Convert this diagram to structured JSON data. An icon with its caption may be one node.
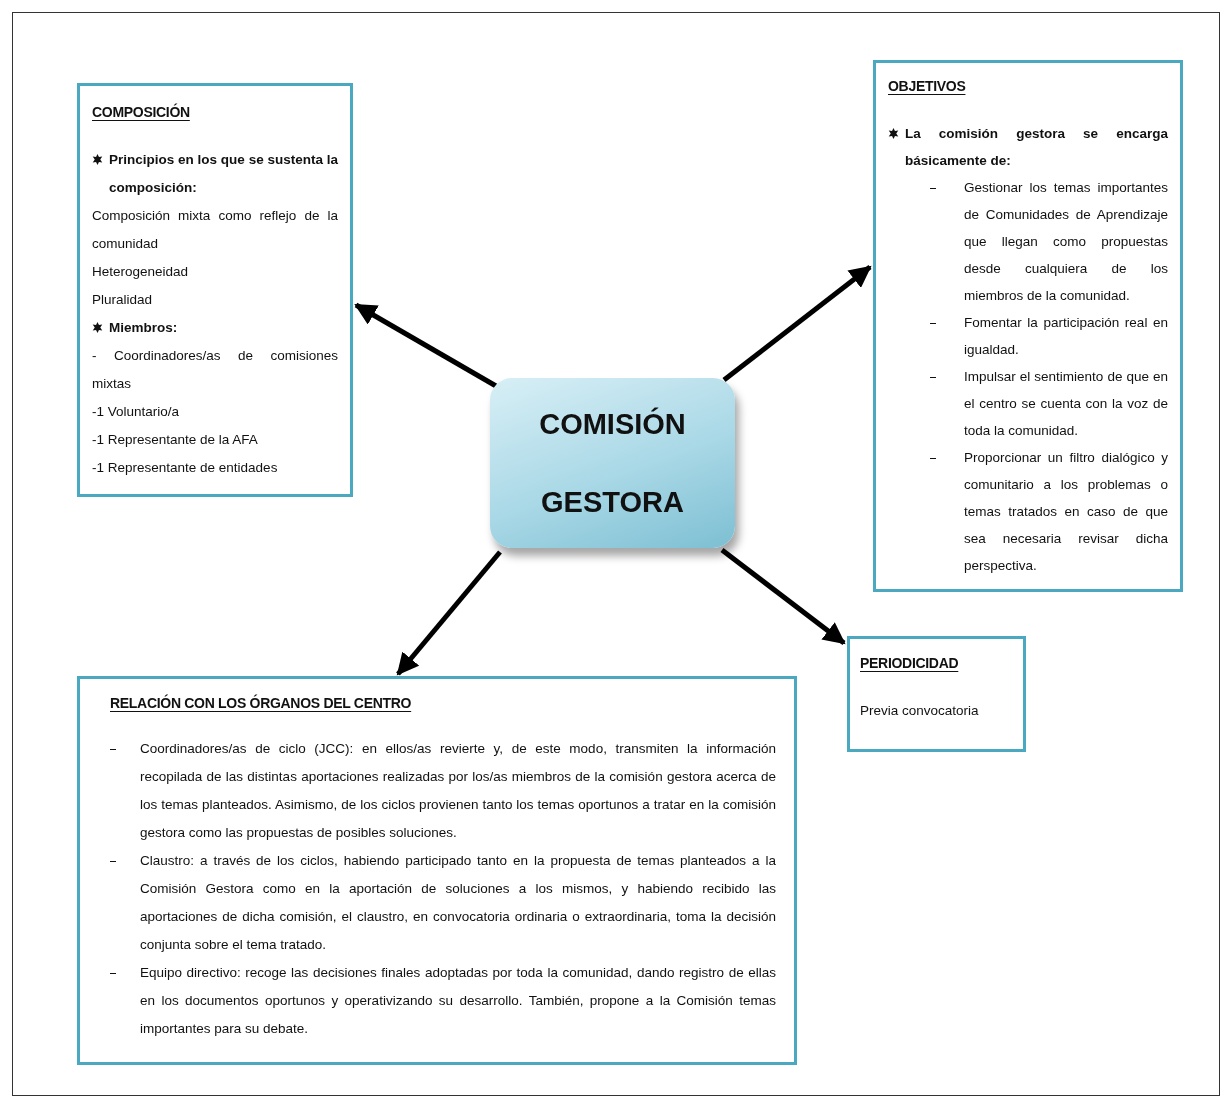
{
  "diagram": {
    "nodes": [
      {
        "text": [
          "COMISIÓN GESTORA"
        ]
      },
      {
        "text": [
          "COMPOSICIÓN",
          "Principios en los que se sustenta la composición:",
          "Composición mixta como reflejo de la comunidad",
          "Heterogeneidad",
          "Pluralidad",
          "Miembros:",
          "- Coordinadores/as de comisiones mixtas",
          "-1 Voluntario/a",
          "-1 Representante de la AFA",
          "-1 Representante de entidades"
        ]
      },
      {
        "text": [
          "OBJETIVOS",
          "La comisión gestora se encarga básicamente de:",
          "Gestionar los temas importantes de Comunidades de Aprendizaje que llegan como propuestas desde cualquiera de los miembros de la comunidad.",
          "Fomentar la participación real en igualdad.",
          "Impulsar el sentimiento de que en el centro se cuenta con la voz de toda la comunidad.",
          "Proporcionar un filtro dialógico y comunitario a los problemas o temas tratados en caso de que sea necesaria revisar dicha perspectiva."
        ]
      },
      {
        "text": [
          "RELACIÓN CON LOS ÓRGANOS DEL CENTRO",
          "Coordinadores/as de ciclo (JCC): en ellos/as revierte y, de este modo, transmiten la información recopilada de las distintas aportaciones realizadas por los/as miembros de la comisión gestora acerca de los temas planteados. Asimismo, de los ciclos provienen tanto los temas oportunos a tratar en la comisión gestora como las propuestas de posibles soluciones.",
          "Claustro: a través de los ciclos, habiendo participado tanto en la propuesta de temas planteados a la Comisión Gestora como en la aportación de soluciones a los mismos, y habiendo recibido las aportaciones de dicha comisión, el claustro, en convocatoria ordinaria o extraordinaria, toma la decisión conjunta sobre el tema tratado.",
          "Equipo directivo: recoge las decisiones finales adoptadas por toda la comunidad, dando registro de ellas en los documentos oportunos y operativizando su desarrollo. También, propone a la Comisión temas importantes para su debate."
        ]
      },
      {
        "text": [
          "PERIODICIDAD",
          "Previa convocatoria"
        ]
      }
    ],
    "edges": [
      {
        "from": 0,
        "to": 1,
        "arrow": "to"
      },
      {
        "from": 0,
        "to": 2,
        "arrow": "to"
      },
      {
        "from": 0,
        "to": 3,
        "arrow": "to"
      },
      {
        "from": 0,
        "to": 4,
        "arrow": "to"
      }
    ]
  }
}
